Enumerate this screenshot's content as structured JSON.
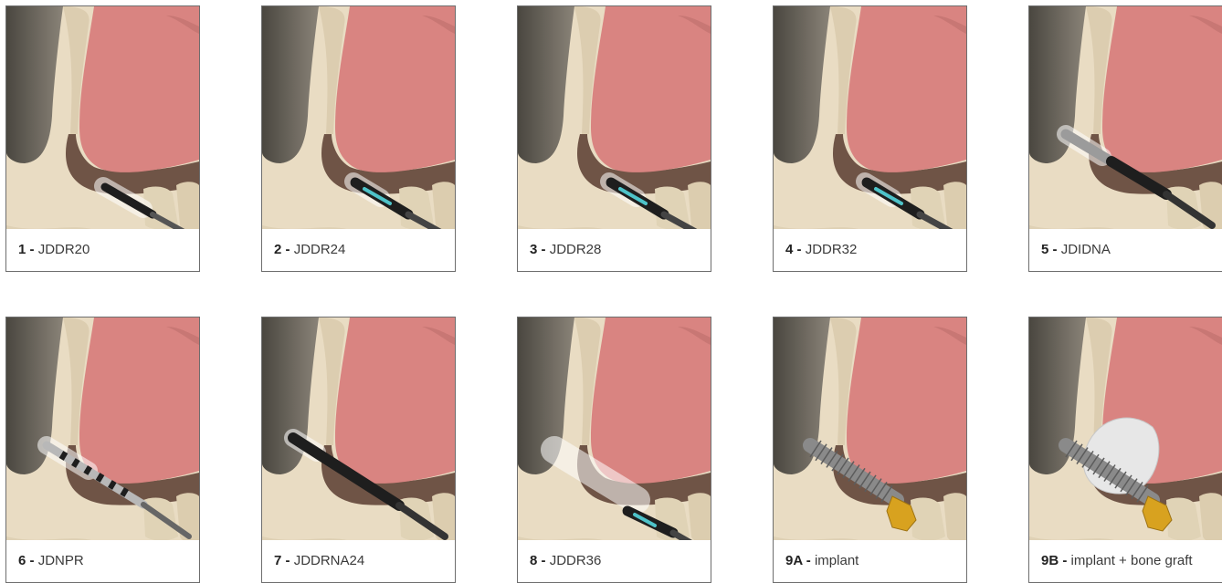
{
  "panels": [
    {
      "num": "1",
      "sep": " - ",
      "label": "JDDR20",
      "tool": "drill-short"
    },
    {
      "num": "2",
      "sep": " - ",
      "label": "JDDR24",
      "tool": "drill-cyan"
    },
    {
      "num": "3",
      "sep": " - ",
      "label": "JDDR28",
      "tool": "drill-cyan"
    },
    {
      "num": "4",
      "sep": " - ",
      "label": "JDDR32",
      "tool": "drill-cyan"
    },
    {
      "num": "5",
      "sep": " - ",
      "label": "JDIDNA",
      "tool": "lifter-long"
    },
    {
      "num": "6",
      "sep": " - ",
      "label": "JDNPR",
      "tool": "probe-marked"
    },
    {
      "num": "7",
      "sep": " - ",
      "label": "JDDRNA24",
      "tool": "drill-long"
    },
    {
      "num": "8",
      "sep": " - ",
      "label": "JDDR36",
      "tool": "drill-ghost"
    },
    {
      "num": "9A",
      "sep": " - ",
      "label": "implant",
      "tool": "implant"
    },
    {
      "num": "9B",
      "sep": " - ",
      "label": "implant + bone graft",
      "tool": "implant-graft"
    }
  ],
  "colors": {
    "bone": "#e9dcc3",
    "bone_shadow": "#d3c3a4",
    "sinus_membrane": "#d98481",
    "cavity": "#6f5446",
    "dark_orbit": "#6a655c",
    "instrument": "#1e1e1e",
    "implant_gold": "#d8a21f",
    "graft": "#e7e7e7"
  }
}
